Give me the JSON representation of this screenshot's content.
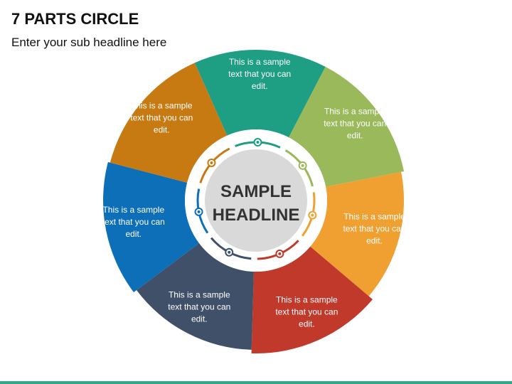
{
  "header": {
    "title": "7 PARTS CIRCLE",
    "subtitle": "Enter your sub headline here"
  },
  "center": {
    "line1": "SAMPLE",
    "line2": "HEADLINE"
  },
  "segments": [
    {
      "lines": [
        "This is a sample",
        "text that you can",
        "edit."
      ],
      "color": "#1e9e82"
    },
    {
      "lines": [
        "This is a sample",
        "text that you can",
        "edit."
      ],
      "color": "#9ab95a"
    },
    {
      "lines": [
        "This is a sample",
        "text that you can",
        "edit."
      ],
      "color": "#f0a030"
    },
    {
      "lines": [
        "This is a sample",
        "text that you can",
        "edit."
      ],
      "color": "#c0392b"
    },
    {
      "lines": [
        "This is a sample",
        "text that you can",
        "edit."
      ],
      "color": "#3f5068"
    },
    {
      "lines": [
        "This is a sample",
        "text that you can",
        "edit."
      ],
      "color": "#0c6fb8"
    },
    {
      "lines": [
        "This is a sample",
        "text that you can",
        "edit."
      ],
      "color": "#c77a12"
    }
  ],
  "colors": {
    "center_fill": "#d9d9d9",
    "ring_gap": "#ffffff",
    "bottom_bar": "#2fa88c"
  }
}
